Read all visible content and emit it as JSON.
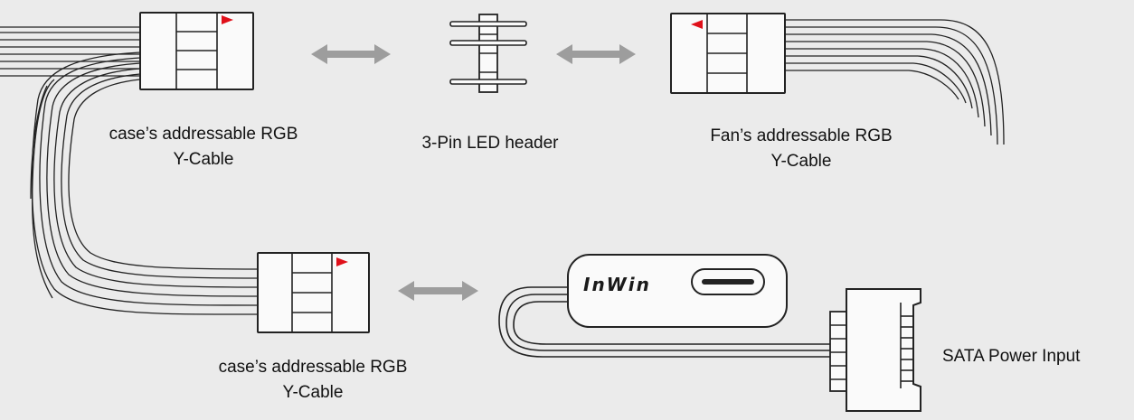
{
  "labels": {
    "case_cable_top_line1": "case’s addressable RGB",
    "case_cable_top_line2": "Y-Cable",
    "header": "3-Pin LED header",
    "fan_cable_line1": "Fan’s addressable RGB",
    "fan_cable_line2": "Y-Cable",
    "case_cable_bottom_line1": "case’s addressable RGB",
    "case_cable_bottom_line2": "Y-Cable",
    "sata": "SATA Power Input",
    "brand": "InWin"
  },
  "colors": {
    "background": "#ebebeb",
    "arrow": "#9d9d9d",
    "marker": "#e0101a",
    "outline": "#222222"
  },
  "icons": [
    "double-arrow-icon",
    "pin-header-icon",
    "usb-c-port-icon",
    "sata-connector-icon"
  ]
}
